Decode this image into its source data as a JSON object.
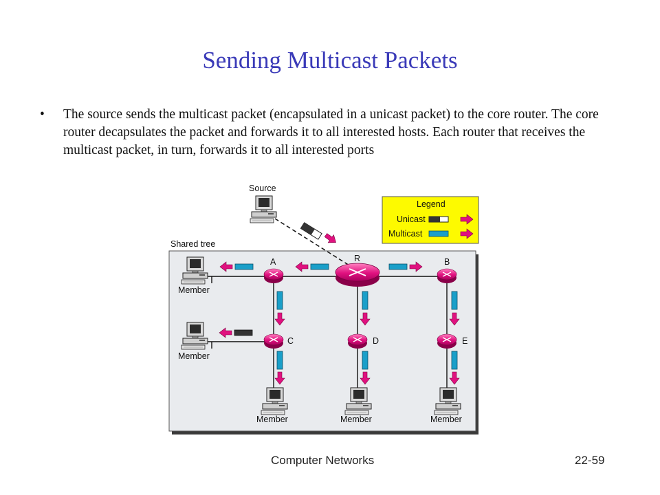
{
  "slide": {
    "title": "Sending Multicast Packets",
    "bullet_symbol": "•",
    "bullet_text": "The source sends the multicast packet (encapsulated in a unicast packet) to the core router. The core router decapsulates the packet and forwards it to all interested hosts. Each router that receives the multicast packet, in turn, forwards it to all interested ports",
    "footer_left": "Computer Networks",
    "footer_right": "22-59"
  },
  "diagram": {
    "source_label": "Source",
    "shared_tree_label": "Shared tree",
    "legend": {
      "title": "Legend",
      "unicast_label": "Unicast",
      "multicast_label": "Multicast"
    },
    "routers": {
      "a": "A",
      "r": "R",
      "b": "B",
      "c": "C",
      "d": "D",
      "e": "E"
    },
    "member_label": "Member",
    "colors": {
      "router": "#e0117f",
      "arrow": "#e0117f",
      "multicast_packet": "#1a9fc9",
      "unicast_packet": "#333333",
      "legend_bg": "#fdfa00",
      "tree_bg": "#e9ebee"
    }
  }
}
